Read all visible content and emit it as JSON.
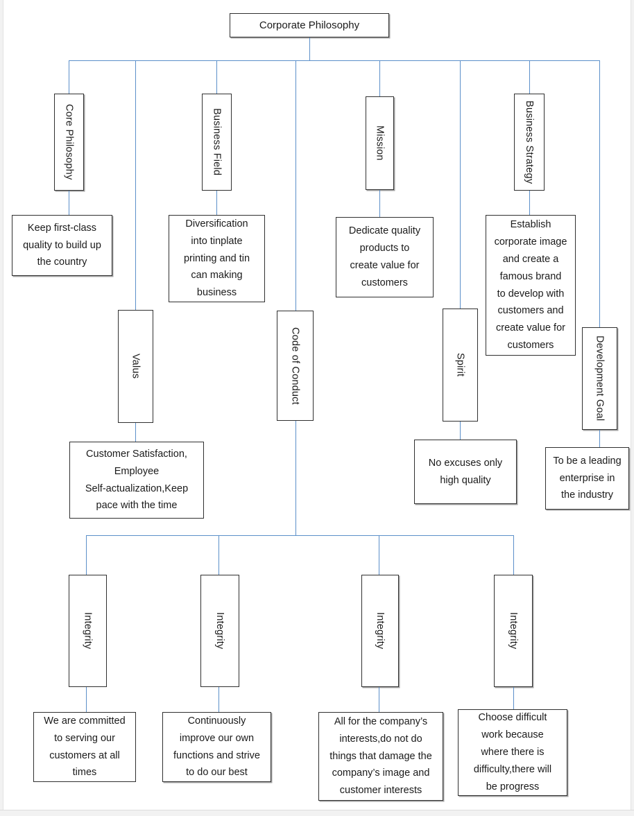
{
  "diagram": {
    "type": "org-chart",
    "title": "Corporate Philosophy",
    "root": {
      "label": "Corporate Philosophy"
    },
    "branches": [
      {
        "id": "core-philosophy",
        "header": "Core Philosophy",
        "content": "Keep first-class quality to build up the country",
        "content_lines": [
          "Keep first-class",
          "quality to build up",
          "the country"
        ]
      },
      {
        "id": "valus",
        "header": "Valus",
        "content": "Customer Satisfaction, Employee Self-actualization,Keep pace with the time",
        "content_lines": [
          "Customer Satisfaction,",
          "Employee",
          "Self-actualization,Keep",
          "pace with the time"
        ]
      },
      {
        "id": "business-field",
        "header": "Business Field",
        "content": "Diversification into tinplate printing and tin can making business",
        "content_lines": [
          "Diversification",
          "into tinplate",
          "printing and tin",
          "can making",
          "business"
        ]
      },
      {
        "id": "code-of-conduct",
        "header": "Code of Conduct",
        "content": "",
        "content_lines": []
      },
      {
        "id": "mission",
        "header": "Mission",
        "content": "Dedicate quality products to create value for customers",
        "content_lines": [
          "Dedicate quality",
          "products to",
          "create value for",
          "customers"
        ]
      },
      {
        "id": "spirit",
        "header": "Spirit",
        "content": "No excuses only high quality",
        "content_lines": [
          "No excuses only",
          "high quality"
        ]
      },
      {
        "id": "business-strategy",
        "header": "Business Strategy",
        "content": "Establish corporate image and create a famous brand to develop with customers and create value for customers",
        "content_lines": [
          "Establish",
          "corporate image",
          "and create a",
          "famous brand",
          "to develop with",
          "customers and",
          "create value for",
          "customers"
        ]
      },
      {
        "id": "development-goal",
        "header": "Development Goal",
        "content": "To be a leading enterprise in the industry",
        "content_lines": [
          "To be a leading",
          "enterprise in",
          "the industry"
        ]
      }
    ],
    "code_of_conduct_children": [
      {
        "id": "integrity-1",
        "header": "Integrity",
        "content": "We are committed to serving our customers at all times",
        "content_lines": [
          "We are committed",
          "to serving our",
          "customers at all",
          "times"
        ]
      },
      {
        "id": "integrity-2",
        "header": "Integrity",
        "content": "Continuously improve our own functions and strive to do our best",
        "content_lines": [
          "Continuously",
          "improve our own",
          "functions and strive",
          "to do our best"
        ]
      },
      {
        "id": "integrity-3",
        "header": "Integrity",
        "content": "All for the company’s interests,do not do things that damage the company’s image and customer interests",
        "content_lines": [
          "All for the company’s",
          "interests,do not do",
          "things that damage the",
          "company’s image and",
          "customer interests"
        ]
      },
      {
        "id": "integrity-4",
        "header": "Integrity",
        "content": "Choose difficult work because where there is difficulty,there will be progress",
        "content_lines": [
          "Choose difficult",
          "work because",
          "where there is",
          "difficulty,there will",
          "be progress"
        ]
      }
    ],
    "colors": {
      "connector": "#5b8fc9",
      "box_border": "#2f2f2f",
      "box_fill": "#ffffff",
      "text": "#1a1a1a",
      "page_background": "#ffffff"
    }
  }
}
